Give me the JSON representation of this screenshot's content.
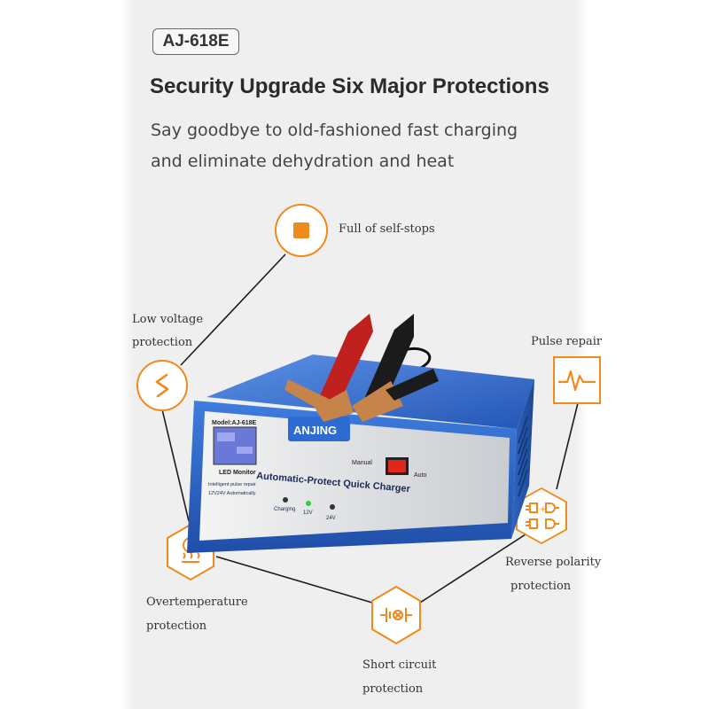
{
  "model": "AJ-618E",
  "headline": "Security Upgrade Six Major Protections",
  "subtitle_line1": "Say goodbye to old-fashioned fast charging",
  "subtitle_line2": "and eliminate dehydration and heat",
  "features": {
    "self_stop": "Full of self-stops",
    "low_voltage_1": "Low voltage",
    "low_voltage_2": "protection",
    "pulse_repair": "Pulse repair",
    "reverse_1": "Reverse polarity",
    "reverse_2": "protection",
    "overtemp_1": "Overtemperature",
    "overtemp_2": "protection",
    "short_1": "Short circuit",
    "short_2": "protection"
  },
  "charger": {
    "brand": "ANJING",
    "model_label": "Model:AJ-618E",
    "led_monitor": "LED Monitor",
    "product_name": "Automatic-Protect Quick Charger",
    "manual": "Manual",
    "auto": "Auto",
    "feature1": "Intelligent pulse repair",
    "feature2": "12V24V Automatically",
    "charging": "Charging",
    "v12": "12V",
    "v24": "24V"
  },
  "colors": {
    "accent_orange": "#ef8a1c",
    "charger_blue": "#2a63c8",
    "clip_red": "#c0201e",
    "clip_black": "#1b1b1b",
    "clip_copper": "#c6844a"
  },
  "icons": [
    "stop-square-icon",
    "lightning-icon",
    "pulse-wave-icon",
    "polarity-plug-icon",
    "thermometer-icon",
    "short-circuit-icon"
  ]
}
